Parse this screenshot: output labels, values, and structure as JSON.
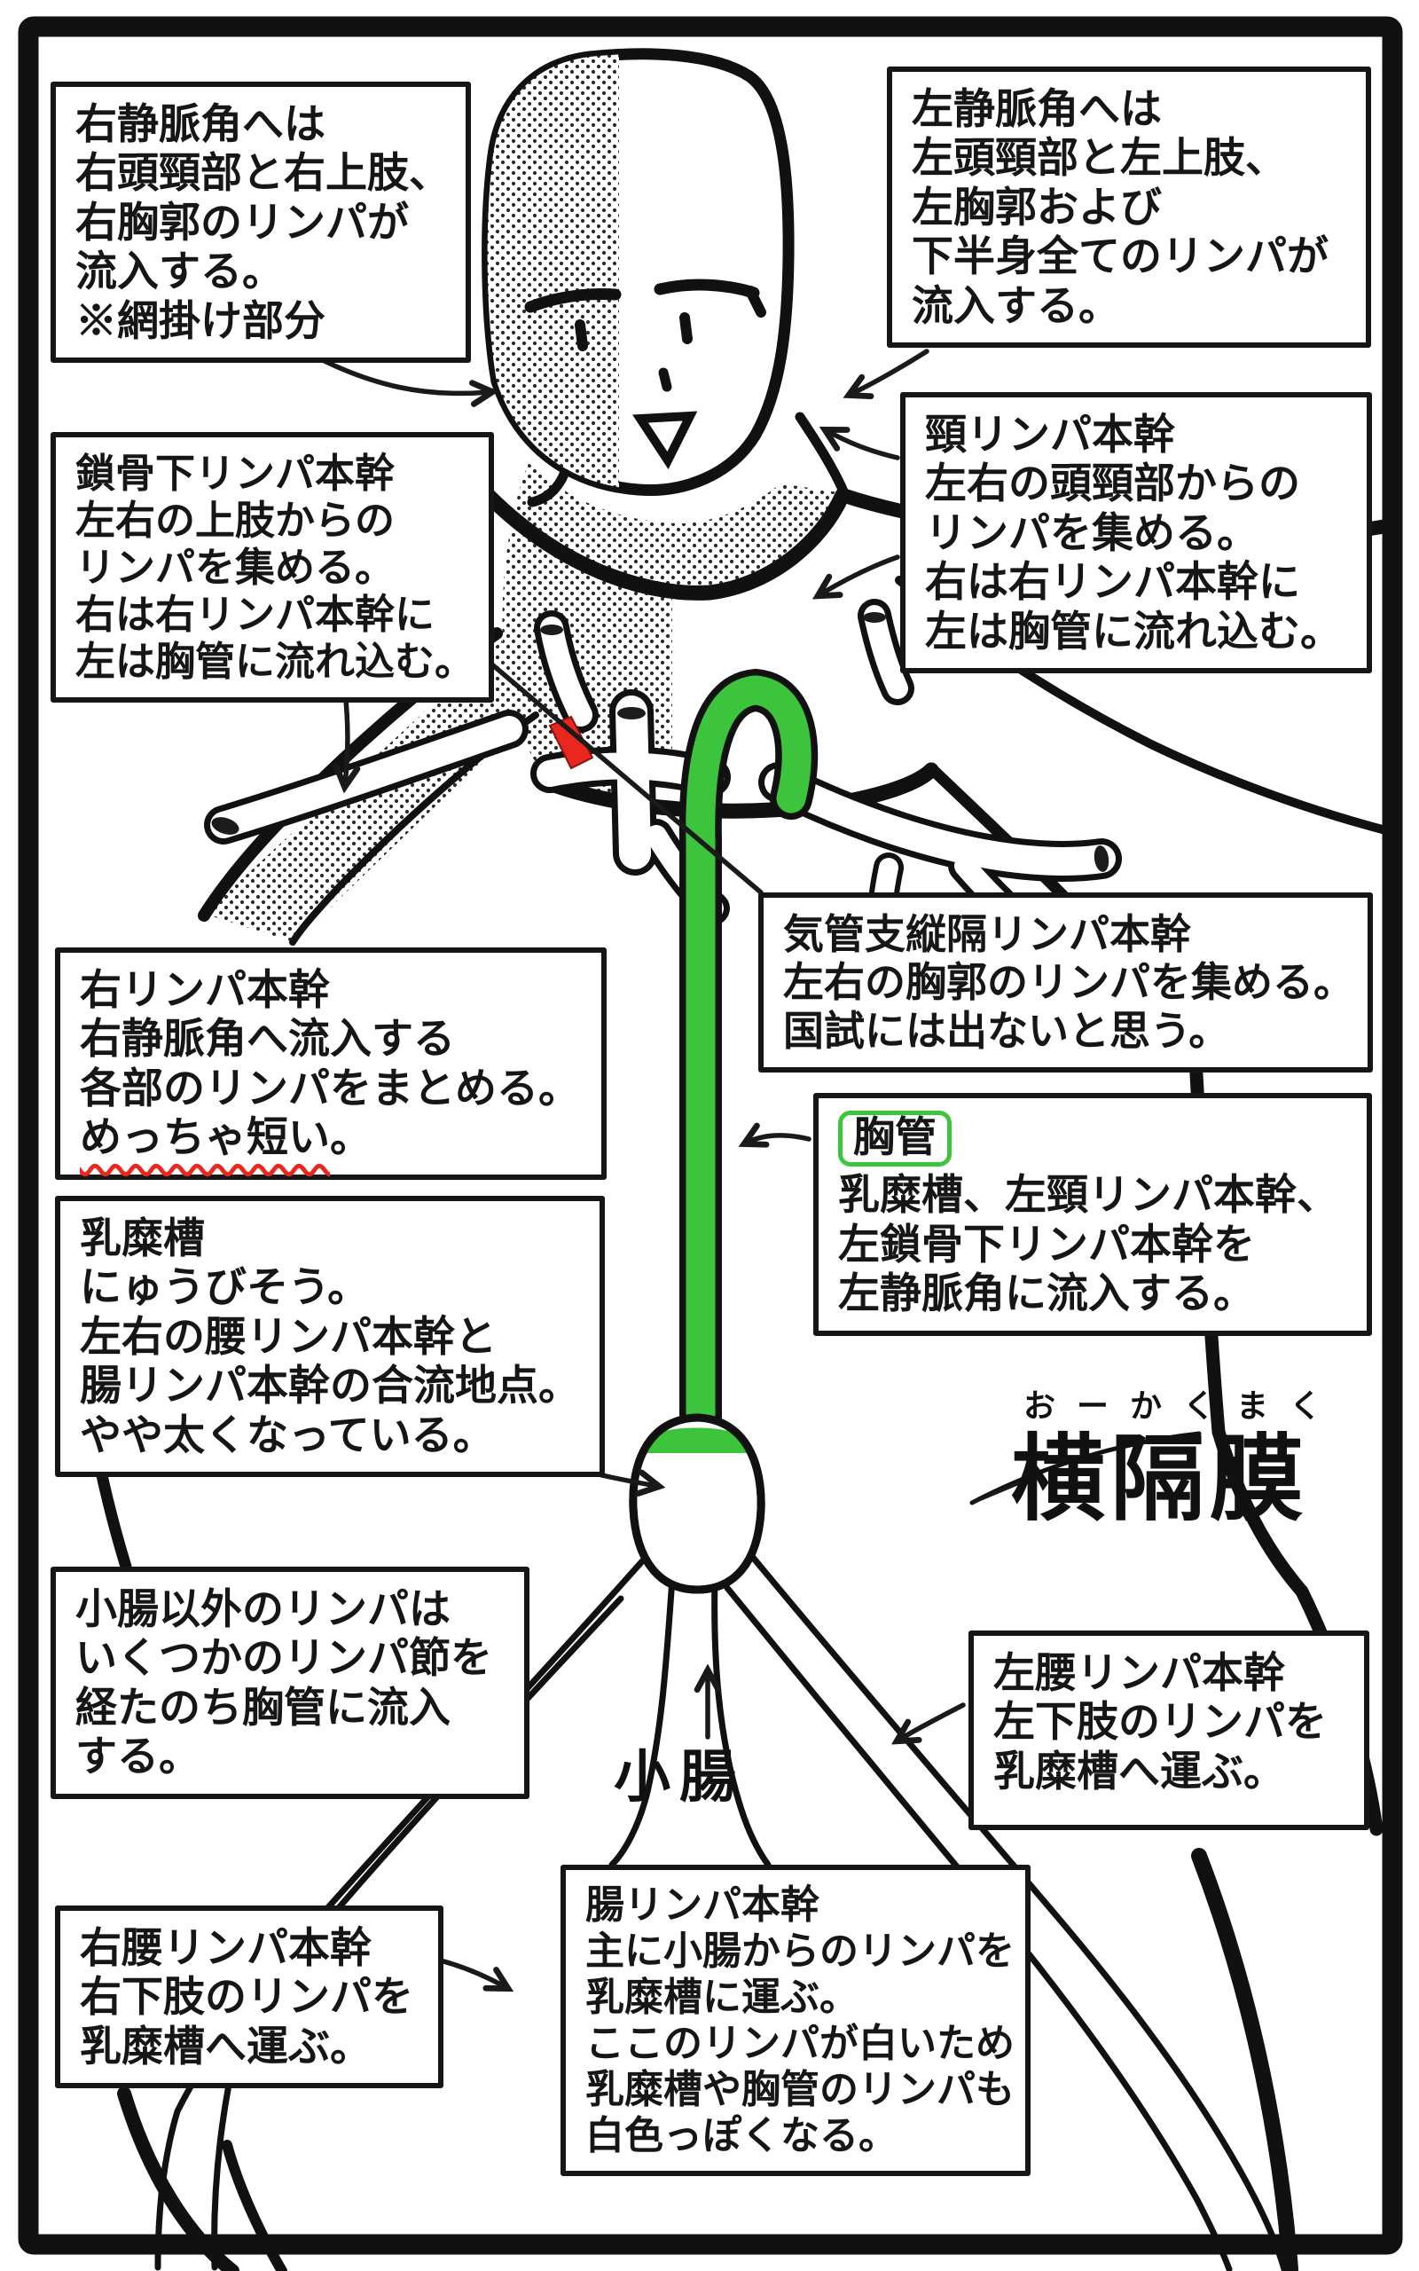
{
  "colors": {
    "highlight_green": "#3cc43c",
    "highlight_red": "#e8281e",
    "ink": "#161616"
  },
  "notes": {
    "right_venous_angle": {
      "lines": [
        "右静脈角へは",
        "右頭頸部と右上肢、",
        "右胸郭のリンパが",
        "流入する。",
        "※網掛け部分"
      ]
    },
    "left_venous_angle": {
      "lines": [
        "左静脈角へは",
        "左頭頸部と左上肢、",
        "左胸郭および",
        "下半身全てのリンパが",
        "流入する。"
      ]
    },
    "subclavian_trunk": {
      "lines": [
        "鎖骨下リンパ本幹",
        "左右の上肢からの",
        "リンパを集める。",
        "右は右リンパ本幹に",
        "左は胸管に流れ込む。"
      ]
    },
    "jugular_trunk": {
      "lines": [
        "頸リンパ本幹",
        "左右の頭頸部からの",
        "リンパを集める。",
        "右は右リンパ本幹に",
        "左は胸管に流れ込む。"
      ]
    },
    "right_lymphatic_trunk": {
      "lines": [
        "右リンパ本幹",
        "右静脈角へ流入する",
        "各部のリンパをまとめる。"
      ],
      "underline_text": "めっちゃ短い",
      "underline_suffix": "。"
    },
    "bronchomediastinal_trunk": {
      "lines": [
        "気管支縦隔リンパ本幹",
        "左右の胸郭のリンパを集める。",
        "国試には出ないと思う。"
      ]
    },
    "thoracic_duct": {
      "keyword": "胸管",
      "lines": [
        "乳糜槽、左頸リンパ本幹、",
        "左鎖骨下リンパ本幹を",
        "左静脈角に流入する。"
      ]
    },
    "cisterna_chyli": {
      "lines": [
        "乳糜槽",
        "にゅうびそう。",
        "左右の腰リンパ本幹と",
        "腸リンパ本幹の合流地点。",
        "やや太くなっている。"
      ]
    },
    "lymph_nodes": {
      "lines": [
        "小腸以外のリンパは",
        "いくつかのリンパ節を",
        "経たのち胸管に流入",
        "する。"
      ]
    },
    "left_lumbar_trunk": {
      "lines": [
        "左腰リンパ本幹",
        "左下肢のリンパを",
        "乳糜槽へ運ぶ。"
      ]
    },
    "right_lumbar_trunk": {
      "lines": [
        "右腰リンパ本幹",
        "右下肢のリンパを",
        "乳糜槽へ運ぶ。"
      ]
    },
    "intestinal_trunk": {
      "lines": [
        "腸リンパ本幹",
        "主に小腸からのリンパを",
        "乳糜槽に運ぶ。",
        "ここのリンパが白いため",
        "乳糜槽や胸管のリンパも",
        "白色っぽくなる。"
      ]
    }
  },
  "labels": {
    "diaphragm_furigana": "おーかくまく",
    "diaphragm": "横隔膜",
    "small_intestine": "小腸"
  }
}
